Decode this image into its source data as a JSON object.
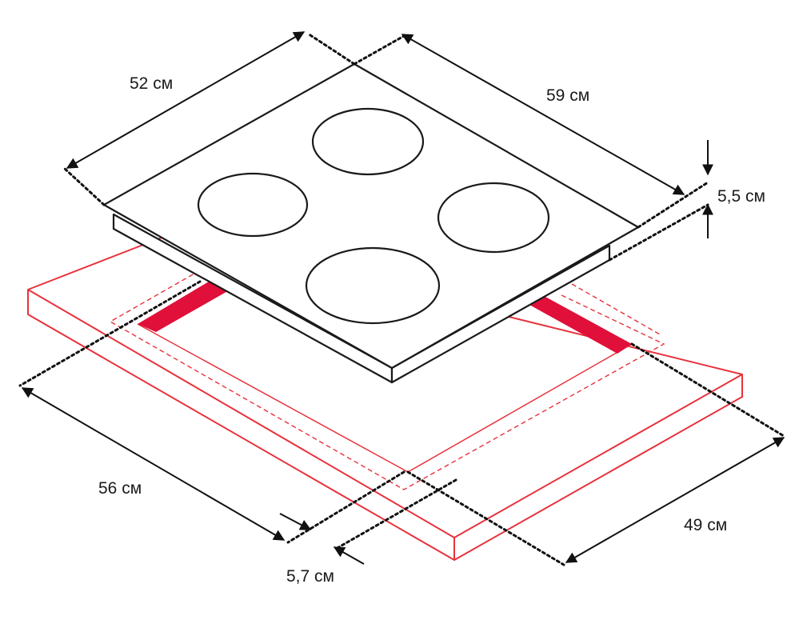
{
  "dimensions": {
    "hob_depth": "52 см",
    "hob_width": "59 см",
    "hob_height": "5,5 см",
    "cutout_width": "56 см",
    "cutout_depth": "49 см",
    "cutout_min_depth": "5,7 см"
  },
  "colors": {
    "outline": "#1a1a1a",
    "countertop": "#e8323c",
    "cutout_fill": "#e0103a",
    "dotted": "#111111"
  },
  "burners": 4
}
